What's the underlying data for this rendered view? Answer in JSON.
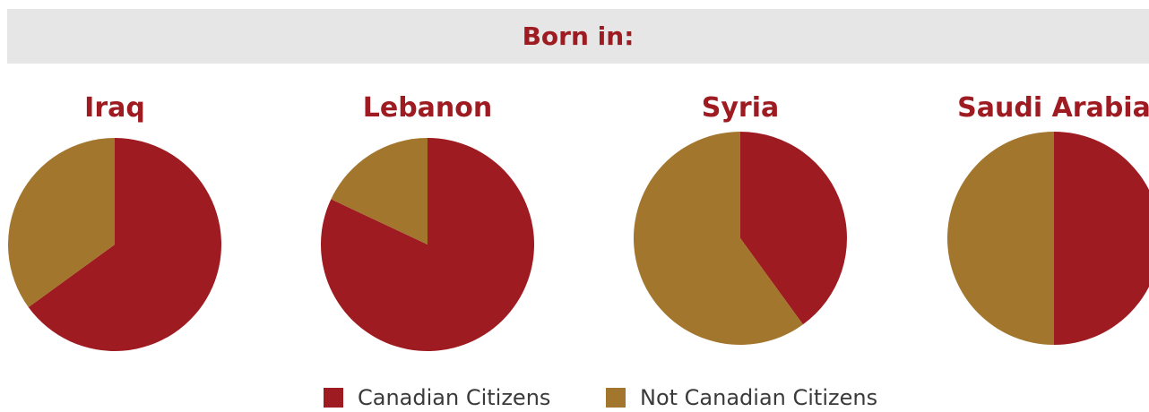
{
  "header": {
    "title": "Born in:"
  },
  "colors": {
    "canadian": "#9e1b22",
    "not_canadian": "#a3762d",
    "title": "#9e1b22",
    "band": "#e6e6e7"
  },
  "chart_data": [
    {
      "type": "pie",
      "title": "Iraq",
      "series": [
        {
          "name": "Canadian Citizens",
          "value": 65
        },
        {
          "name": "Not Canadian Citizens",
          "value": 35
        }
      ]
    },
    {
      "type": "pie",
      "title": "Lebanon",
      "series": [
        {
          "name": "Canadian Citizens",
          "value": 82
        },
        {
          "name": "Not Canadian Citizens",
          "value": 18
        }
      ]
    },
    {
      "type": "pie",
      "title": "Syria",
      "series": [
        {
          "name": "Canadian Citizens",
          "value": 40
        },
        {
          "name": "Not Canadian Citizens",
          "value": 60
        }
      ]
    },
    {
      "type": "pie",
      "title": "Saudi Arabia",
      "series": [
        {
          "name": "Canadian Citizens",
          "value": 50
        },
        {
          "name": "Not Canadian Citizens",
          "value": 50
        }
      ]
    }
  ],
  "legend": {
    "items": [
      {
        "label": "Canadian Citizens",
        "color": "#9e1b22"
      },
      {
        "label": "Not Canadian Citizens",
        "color": "#a3762d"
      }
    ]
  }
}
